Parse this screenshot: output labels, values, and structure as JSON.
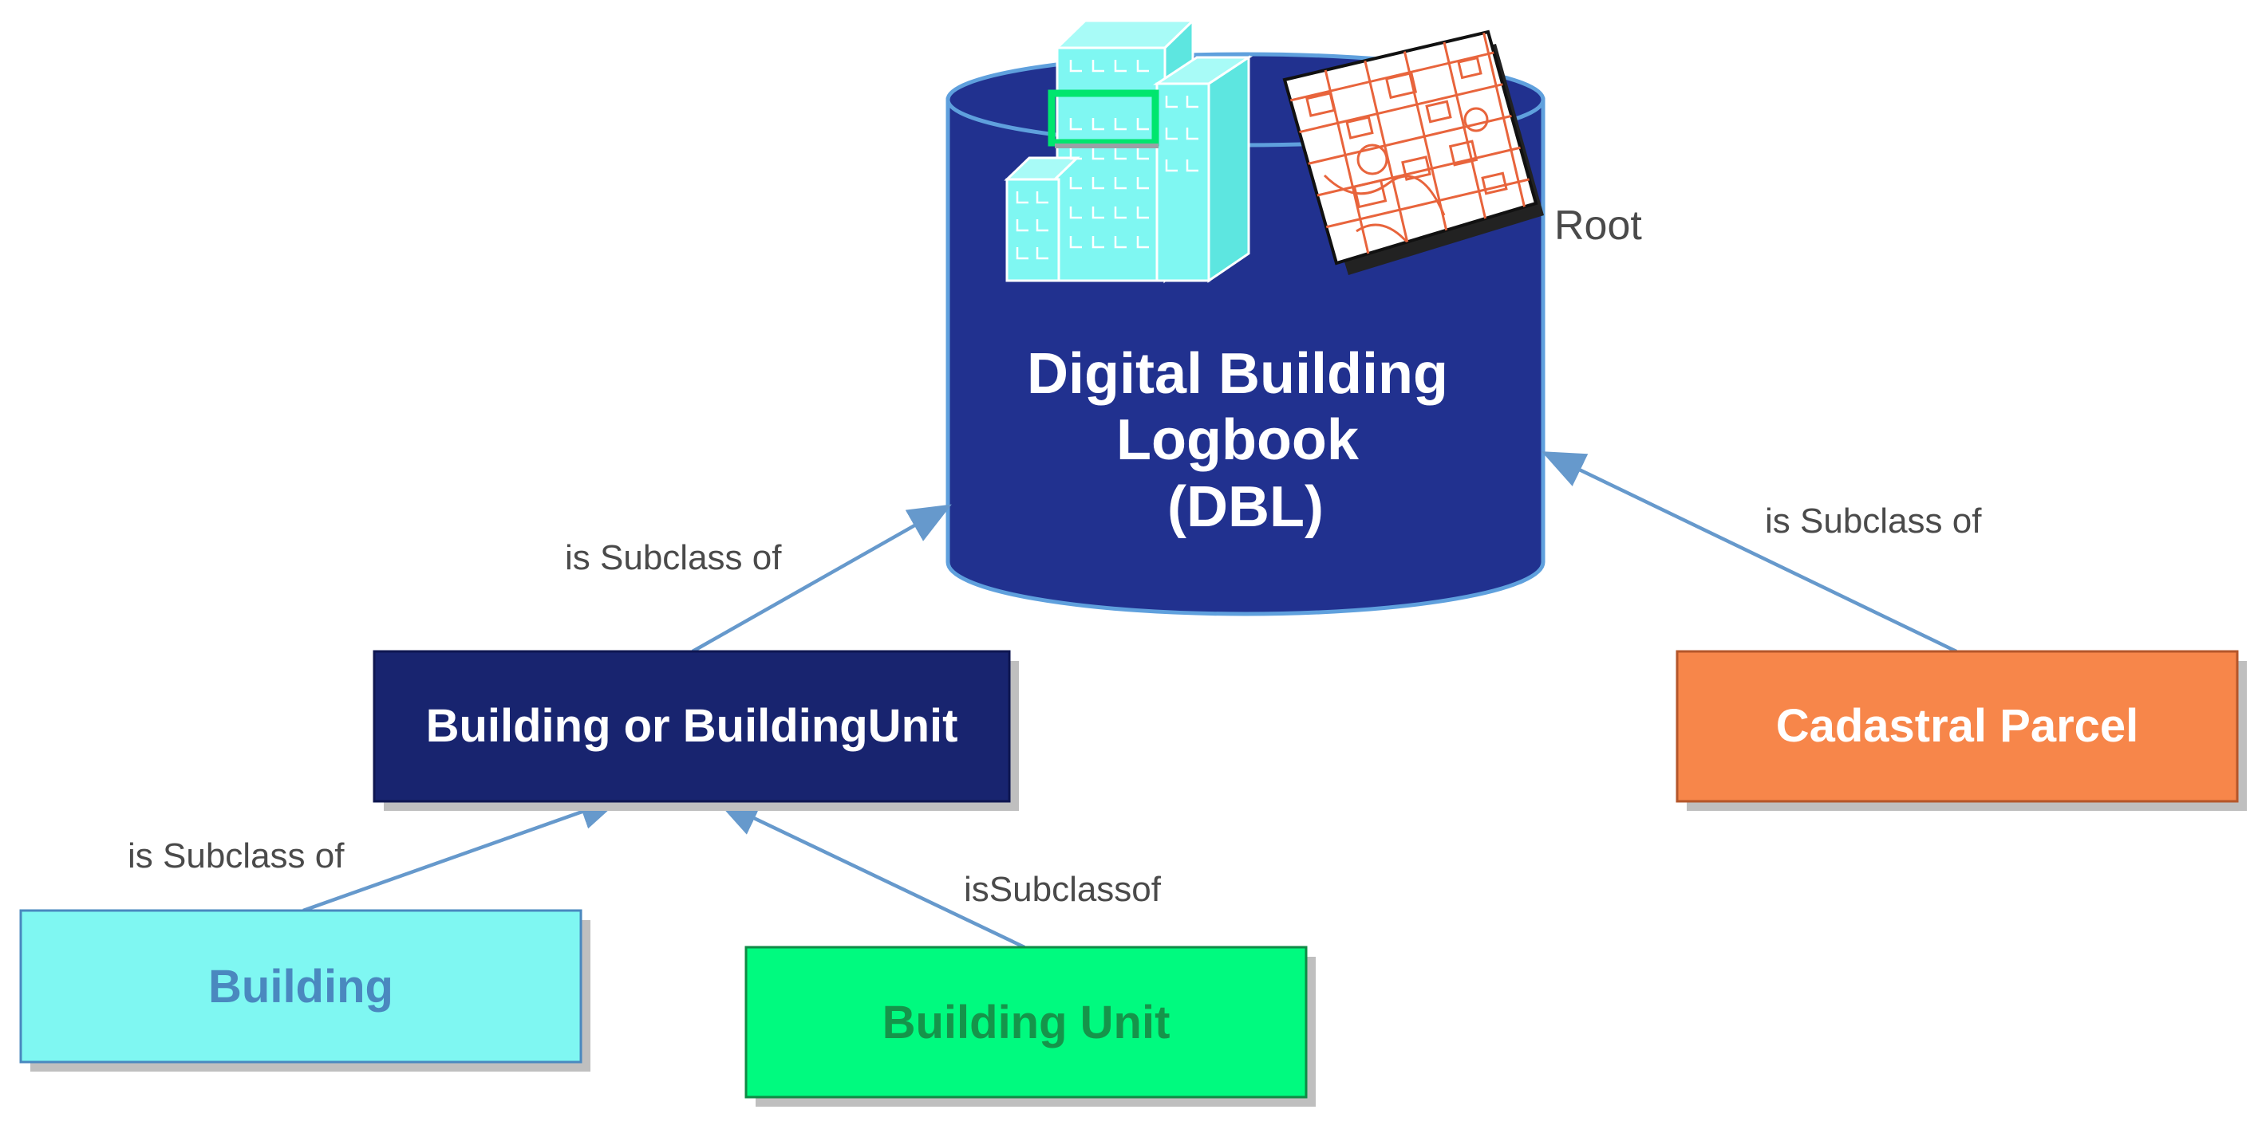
{
  "root_label": "Root",
  "dbl": {
    "title_lines": [
      "Digital Building",
      "Logbook",
      "(DBL)"
    ],
    "fill": "#21318f",
    "rim": "#5fa0dd"
  },
  "boxes": {
    "building_or_unit": {
      "label": "Building or BuildingUnit",
      "fill": "#18246f",
      "text_color": "#ffffff"
    },
    "cadastral_parcel": {
      "label": "Cadastral Parcel",
      "fill": "#f7864a",
      "text_color": "#ffffff"
    },
    "building": {
      "label": "Building",
      "fill": "#7ff7f2",
      "text_color": "#4a88bf"
    },
    "building_unit": {
      "label": "Building Unit",
      "fill": "#00fa7f",
      "text_color": "#15944a"
    }
  },
  "edges": {
    "bu_to_dbl": "is Subclass of",
    "parcel_to_dbl": "is Subclass of",
    "building_to_bu": "is Subclass of",
    "unit_to_bu": "isSubclassof"
  },
  "icons": [
    "buildings-icon",
    "cadastral-map-icon"
  ],
  "arrow_color": "#6699cc"
}
